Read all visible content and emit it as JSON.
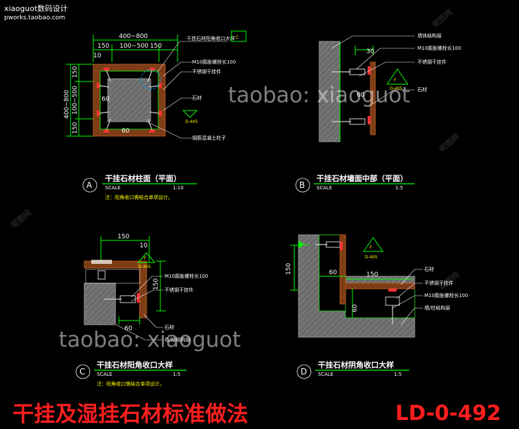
{
  "header": {
    "watermark_tl": "xiaoguot数码设计",
    "watermark_tl2": "pworks.taobao.com",
    "watermark_center": "taobao: xiaoguot",
    "site_watermark": "昵图网"
  },
  "details": {
    "A": {
      "bubble": "A",
      "title": "干挂石材柱面（平面）",
      "scale_label": "SCALE",
      "scale": "1:10",
      "note": "注：阳角收口需结合单项设计。",
      "dims": {
        "top_total": "400~800",
        "top_left": "150",
        "top_mid": "100~500",
        "top_right": "150",
        "left_total": "400~800",
        "left_mid": "100~500",
        "left_top": "150",
        "left_bot": "150",
        "small_10": "10",
        "inner_60a": "60",
        "inner_60b": "60"
      },
      "labels": [
        "干挂石材阳角收口大样",
        "M10膨胀螺栓长100",
        "不锈钢干挂件",
        "石材",
        "钢筋混凝土柱子"
      ],
      "tag_top": "C",
      "tag_bottom": "D-405"
    },
    "B": {
      "bubble": "B",
      "title": "干挂石材墙面中部（平面）",
      "scale_label": "SCALE",
      "scale": "1:5",
      "dims": {
        "d30": "30",
        "d60": "60"
      },
      "labels": [
        "墙体结构层",
        "M10膨胀螺栓长100",
        "不锈钢干挂件",
        "石材"
      ],
      "tag_top": "F",
      "tag_bottom": "D-405"
    },
    "C": {
      "bubble": "C",
      "title": "干挂石材阳角收口大样",
      "scale_label": "SCALE",
      "scale": "1:5",
      "note": "注：阳角收口需结合单项设计。",
      "dims": {
        "d150a": "150",
        "d10": "10",
        "d150b": "150",
        "d60": "60"
      },
      "labels": [
        "M10膨胀螺栓长100",
        "不锈钢干挂件",
        "石材",
        "墙/柱结构层"
      ],
      "tag_top": "F",
      "tag_bottom": "D-405"
    },
    "D": {
      "bubble": "D",
      "title": "干挂石材阴角收口大样",
      "scale_label": "SCALE",
      "scale": "1:5",
      "dims": {
        "d150v": "150",
        "d60a": "60",
        "d150h": "150",
        "d60b": "60"
      },
      "labels": [
        "石材",
        "不锈钢干挂件",
        "M10膨胀螺栓长100",
        "墙/柱结构层"
      ],
      "tag_top": "F",
      "tag_bottom": "D-405"
    }
  },
  "footer": {
    "title": "干挂及湿挂石材标准做法",
    "code": "LD-0-492"
  }
}
